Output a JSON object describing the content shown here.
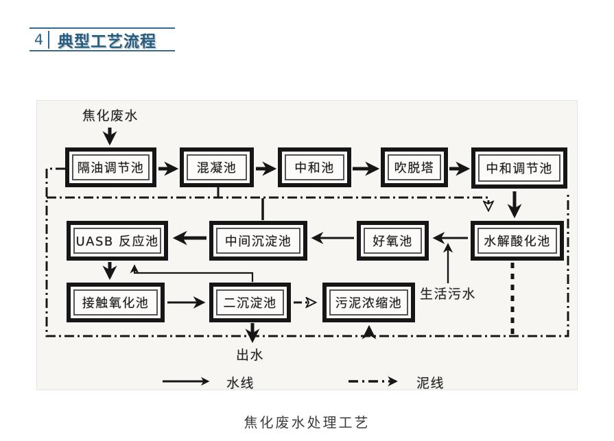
{
  "header": {
    "section_number": "4",
    "section_title": "典型工艺流程",
    "accent_color": "#2c6286"
  },
  "diagram": {
    "ink_color": "#161616",
    "background_color": "#f7f6f3",
    "source_label": "焦化废水",
    "inflow_label": "生活污水",
    "outflow_label": "出水",
    "nodes": [
      {
        "id": "oil-separation-regulation-tank",
        "label": "隔油调节池"
      },
      {
        "id": "coagulation-tank",
        "label": "混凝池"
      },
      {
        "id": "neutralization-tank",
        "label": "中和池"
      },
      {
        "id": "stripping-tower",
        "label": "吹脱塔"
      },
      {
        "id": "neutralization-regulation-tank",
        "label": "中和调节池"
      },
      {
        "id": "uasb-reactor",
        "label": "UASB 反应池"
      },
      {
        "id": "intermediate-sedimentation-tank",
        "label": "中间沉淀池"
      },
      {
        "id": "aerobic-tank",
        "label": "好氧池"
      },
      {
        "id": "hydrolysis-acidification-tank",
        "label": "水解酸化池"
      },
      {
        "id": "contact-oxidation-tank",
        "label": "接触氧化池"
      },
      {
        "id": "secondary-sedimentation-tank",
        "label": "二沉淀池"
      },
      {
        "id": "sludge-thickening-tank",
        "label": "污泥浓缩池"
      }
    ],
    "legend": {
      "water_line_label": "水线",
      "sludge_line_label": "泥线"
    }
  },
  "caption": "焦化废水处理工艺"
}
